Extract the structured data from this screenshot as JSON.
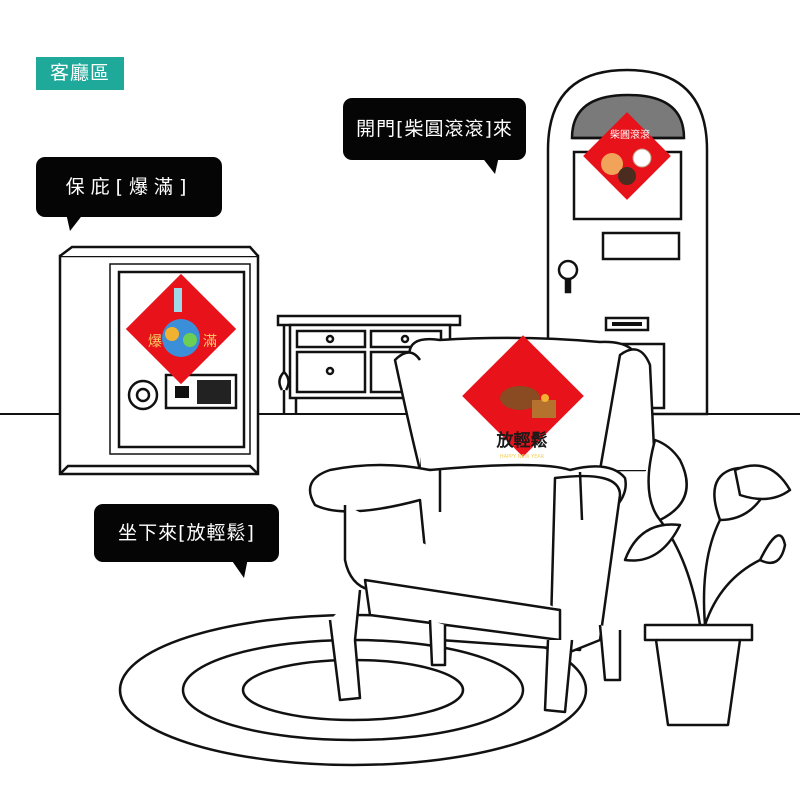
{
  "section_label": "客廳區",
  "bubbles": {
    "door": "開門[柴圓滾滾]來",
    "safe": "保庇[爆滿]",
    "chair": "坐下來[放輕鬆]"
  },
  "posters": {
    "door": {
      "text": "柴圓滾滾"
    },
    "safe": {
      "left_text": "爆",
      "right_text": "滿"
    },
    "chair": {
      "title": "放輕鬆",
      "subtitle": "HAPPY NEW YEAR"
    }
  },
  "colors": {
    "line": "#111111",
    "tag_bg": "#1fa99a",
    "poster_red": "#e8121b",
    "poster_gold": "#f2b230",
    "bubble_bg": "#050505"
  }
}
